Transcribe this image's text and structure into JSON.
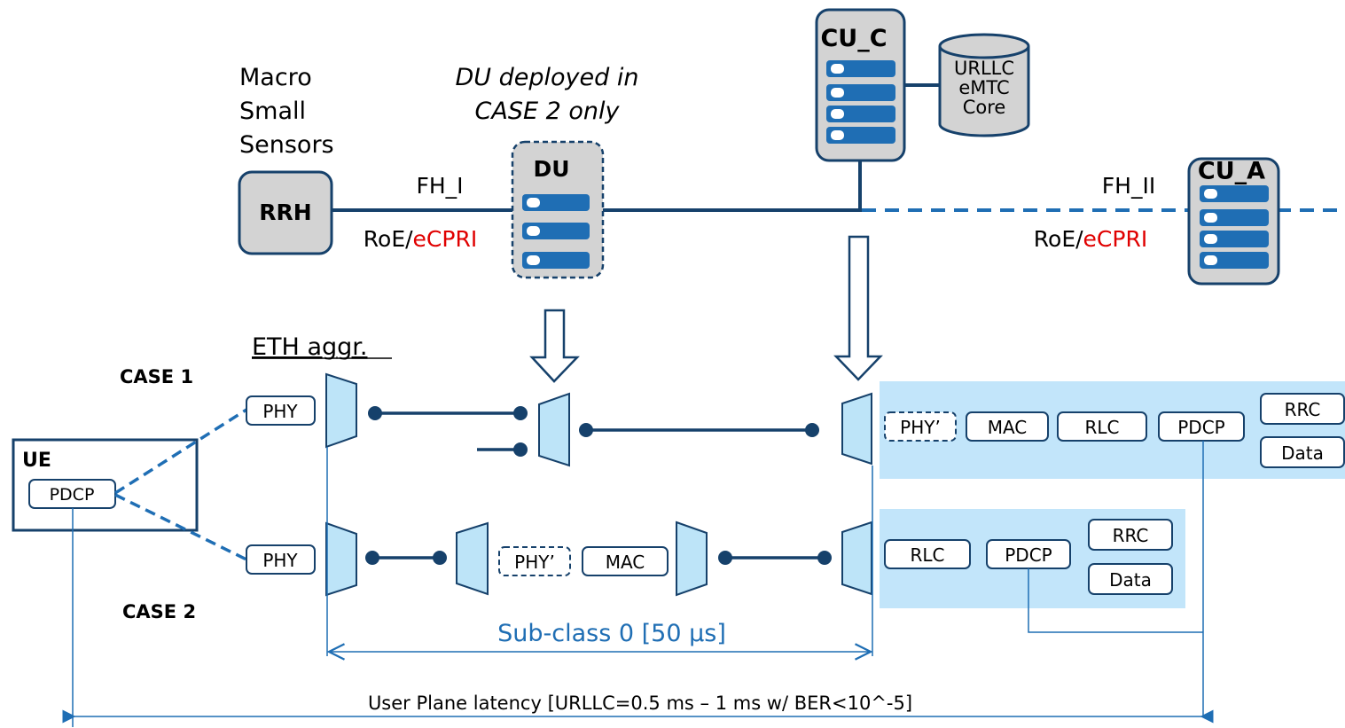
{
  "header_labels": {
    "rrh_types": [
      "Macro",
      "Small",
      "Sensors"
    ],
    "du_note": [
      "DU deployed in",
      "CASE 2 only"
    ]
  },
  "nodes": {
    "rrh": "RRH",
    "du": "DU",
    "cu_c": "CU_C",
    "cu_a": "CU_A",
    "core_db": [
      "URLLC",
      "eMTC",
      "Core"
    ],
    "ue": "UE"
  },
  "links": {
    "fh_i": "FH_I",
    "fh_ii": "FH_II",
    "roe_prefix": "RoE/",
    "ecpri": "eCPRI"
  },
  "eth_aggr": "ETH aggr.",
  "cases": {
    "case1": "CASE 1",
    "case2": "CASE 2"
  },
  "blocks": {
    "phy": "PHY",
    "phy_prime": "PHY’",
    "mac": "MAC",
    "rlc": "RLC",
    "pdcp": "PDCP",
    "rrc": "RRC",
    "data": "Data"
  },
  "subclass": "Sub-class 0 [50 μs]",
  "latency": "User Plane latency [URLLC=0.5 ms – 1 ms w/ BER<10^-5]",
  "colors": {
    "navy": "#16416b",
    "blue": "#1f6eb4",
    "panel": "#c2e5fa",
    "node_gray": "#d3d3d3",
    "accent_red": "#e00000",
    "mux_fill": "#bde4f8"
  }
}
